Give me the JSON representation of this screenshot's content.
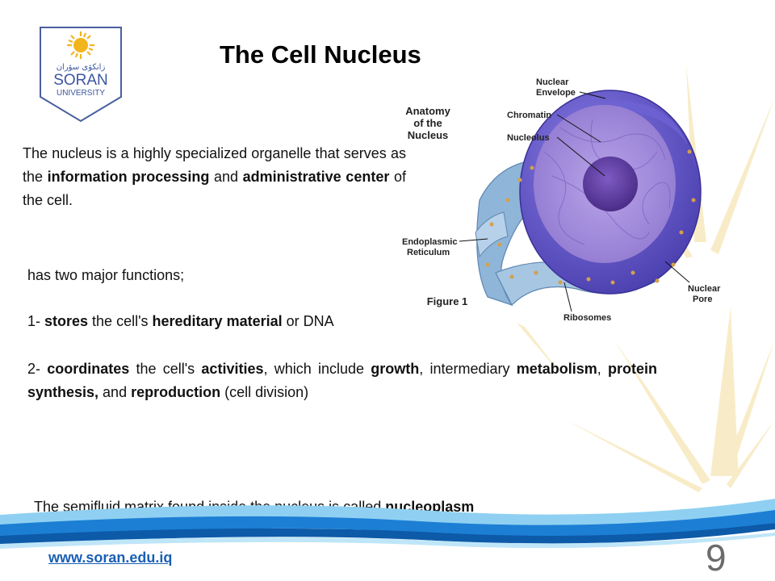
{
  "slide": {
    "title": "The Cell Nucleus",
    "page_number": "9",
    "url": "www.soran.edu.iq"
  },
  "logo": {
    "arabic_text": "زانكۆی سۆران",
    "name_line1": "SORAN",
    "name_line2": "UNIVERSITY",
    "colors": {
      "border": "#4a5fa0",
      "sun": "#f2b51e",
      "text": "#3c56a0"
    }
  },
  "paragraphs": {
    "p1": {
      "t1": "The nucleus is a highly specialized organelle that serves as the ",
      "b1": "information processing",
      "t2": " and ",
      "b2": "administrative center",
      "t3": " of the cell."
    },
    "p2": {
      "t1": "has two major functions;"
    },
    "p3": {
      "t1": "1- ",
      "b1": "stores",
      "t2": " the cell's ",
      "b2": "hereditary material",
      "t3": " or DNA"
    },
    "p4": {
      "t1": "2- ",
      "b1": "coordinates",
      "t2": " the cell's ",
      "b2": "activities",
      "t3": ", which include ",
      "b3": "growth",
      "t4": ", intermediary ",
      "b4": "metabolism",
      "t5": ", ",
      "b5": "protein synthesis,",
      "t6": " and ",
      "b6": "reproduction",
      "t7": " (cell division)"
    },
    "p5": {
      "t1": "The semifluid matrix found inside the nucleus is called ",
      "b1": "nucleoplasm"
    }
  },
  "figure": {
    "heading_line1": "Anatomy",
    "heading_line2": "of the",
    "heading_line3": "Nucleus",
    "caption": "Figure 1",
    "labels": {
      "envelope_line1": "Nuclear",
      "envelope_line2": "Envelope",
      "chromatin": "Chromatin",
      "nucleolus": "Nucleolus",
      "er_line1": "Endoplasmic",
      "er_line2": "Reticulum",
      "pore_line1": "Nuclear",
      "pore_line2": "Pore",
      "ribosomes": "Ribosomes"
    },
    "colors": {
      "envelope": "#5a4fc4",
      "interior": "#9c84d8",
      "nucleolus": "#5a3a9c",
      "er": "#8fb5d8",
      "ribosome": "#d4a04c"
    }
  },
  "theme": {
    "url_color": "#1a5fb4",
    "sunburst": "#f7e9bf",
    "wave_primary": "#1c7fd4",
    "wave_light": "#8fd0f2"
  }
}
